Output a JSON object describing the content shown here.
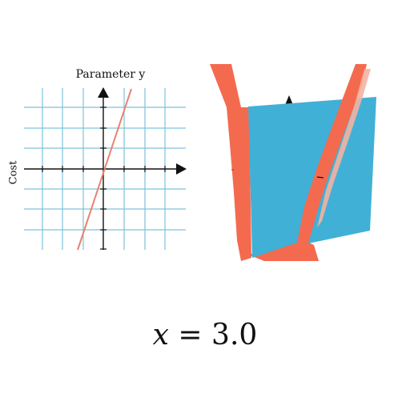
{
  "plot_2d": {
    "title": "Parameter y",
    "ylabel": "Cost",
    "grid_color": "#7cc3dc",
    "line_color": "#e8826e",
    "axis_color": "#111111"
  },
  "plot_3d": {
    "plane_blue": "#41b0d6",
    "surface_red": "#f46a4e",
    "surface_light": "#f3b4a3"
  },
  "caption": {
    "var": "x",
    "eq": " = ",
    "value": "3.0"
  }
}
